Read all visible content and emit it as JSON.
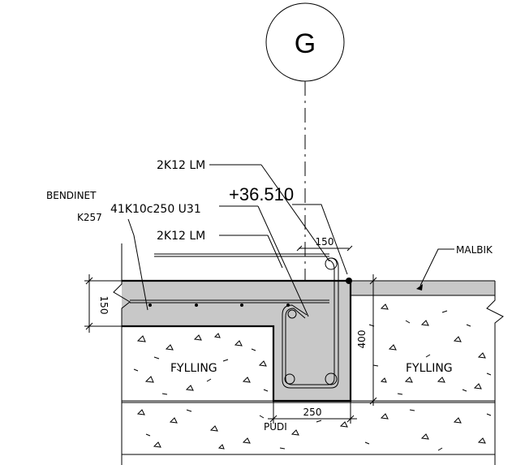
{
  "grid_marker": {
    "letter": "G"
  },
  "elevation": {
    "value": "+36.510"
  },
  "labels": {
    "top_bars": "2K12 LM",
    "bottom_bars": "2K12 LM",
    "stirrups": "41K10c250 U31",
    "mesh_name": "BENDINET",
    "mesh_code": "K257",
    "surface": "MALBIK",
    "fill_left": "FYLLING",
    "fill_right": "FYLLING",
    "base": "PUDI"
  },
  "dimensions": {
    "cover": "150",
    "slab": "150",
    "beam_height": "400",
    "beam_width": "250"
  },
  "colors": {
    "concrete": "#c8c8c8",
    "line": "#000000",
    "background": "#ffffff"
  }
}
